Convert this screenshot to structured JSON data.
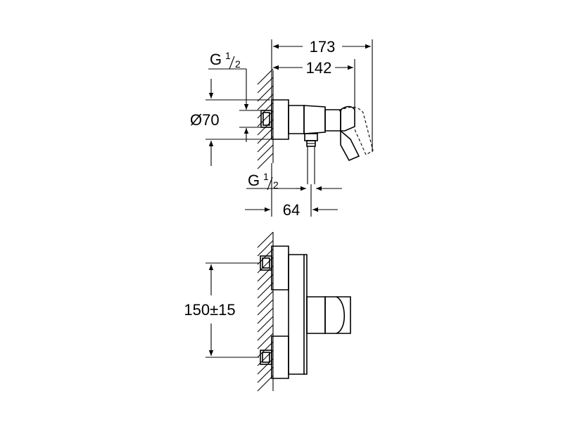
{
  "side_view": {
    "dim_overall": "173",
    "dim_to_spout": "142",
    "dim_depth": "64",
    "inlet_label_g": "G",
    "inlet_label_sup": "1",
    "inlet_label_sub": "2",
    "outlet_label_g": "G",
    "outlet_label_sup": "1",
    "outlet_label_sub": "2",
    "diameter_label": "Ø70"
  },
  "front_view": {
    "dim_spacing": "150±15"
  }
}
